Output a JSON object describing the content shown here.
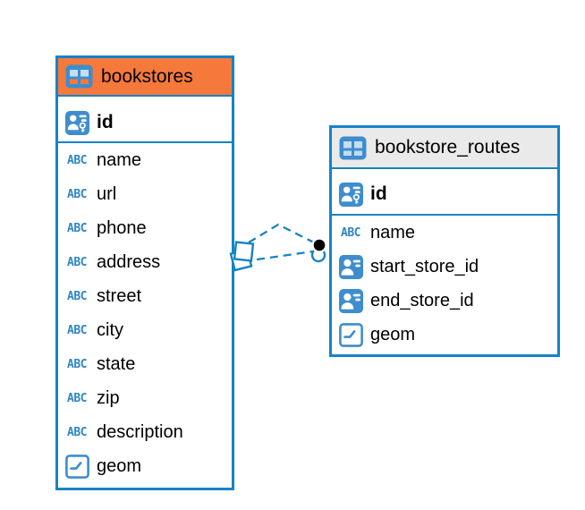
{
  "canvas": {
    "background": "#FFFFFF"
  },
  "colors": {
    "table_border": "#1583C7",
    "edge_line": "#1583C7",
    "icon_blue": "#3E8DCE",
    "abc_blue": "#2E86C4",
    "icon_cell_top": "#C6DEF1",
    "marker_dot": "#000000",
    "marker_fill": "#FFFFFF"
  },
  "icons": {
    "abc_label": "ABC"
  },
  "tables": [
    {
      "name": "bookstores",
      "header_color": "#F5793B",
      "icon_bottom_cells": "#F5793B",
      "columns": [
        {
          "name": "id",
          "type_icon": "primary-key",
          "primary": true
        },
        {
          "name": "name",
          "type_icon": "text"
        },
        {
          "name": "url",
          "type_icon": "text"
        },
        {
          "name": "phone",
          "type_icon": "text"
        },
        {
          "name": "address",
          "type_icon": "text"
        },
        {
          "name": "street",
          "type_icon": "text"
        },
        {
          "name": "city",
          "type_icon": "text"
        },
        {
          "name": "state",
          "type_icon": "text"
        },
        {
          "name": "zip",
          "type_icon": "text"
        },
        {
          "name": "description",
          "type_icon": "text"
        },
        {
          "name": "geom",
          "type_icon": "geometry"
        }
      ]
    },
    {
      "name": "bookstore_routes",
      "header_color": "#EAEAEA",
      "icon_bottom_cells": "#BFDCF0",
      "columns": [
        {
          "name": "id",
          "type_icon": "primary-key",
          "primary": true
        },
        {
          "name": "name",
          "type_icon": "text"
        },
        {
          "name": "start_store_id",
          "type_icon": "foreign-key"
        },
        {
          "name": "end_store_id",
          "type_icon": "foreign-key"
        },
        {
          "name": "geom",
          "type_icon": "geometry"
        }
      ]
    }
  ],
  "relationship": {
    "style": "dashed",
    "edge_count": 2,
    "between": [
      "bookstores",
      "bookstore_routes"
    ]
  }
}
